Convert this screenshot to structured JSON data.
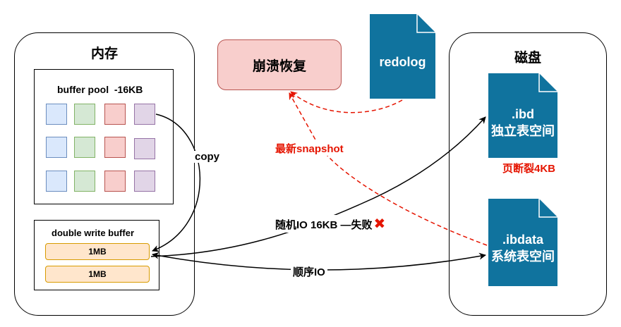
{
  "memory": {
    "title": "内存",
    "buffer_pool": {
      "title": "buffer pool  -16KB"
    },
    "double_write_buffer": {
      "title": "double write buffer",
      "blocks": [
        "1MB",
        "1MB"
      ]
    }
  },
  "disk": {
    "title": "磁盘",
    "ibd": {
      "line1": ".ibd",
      "line2": "独立表空间"
    },
    "ibdata": {
      "line1": ".ibdata",
      "line2": "系统表空间"
    },
    "page_split_label": "页断裂4KB"
  },
  "crash_recovery": {
    "label": "崩溃恢复"
  },
  "redolog": {
    "label": "redolog"
  },
  "edges": {
    "copy": "copy",
    "latest_snapshot": "最新snapshot",
    "random_io": "随机IO 16KB —失败",
    "sequential_io": "顺序IO"
  },
  "colors": {
    "doc_blue": "#10739e",
    "red_accent": "#e51400",
    "crash_fill": "#f8cecc",
    "crash_border": "#b85450",
    "block_fill": "#ffe6cc",
    "block_border": "#d79b00"
  },
  "icons": {
    "fail": "cross-mark-icon"
  }
}
